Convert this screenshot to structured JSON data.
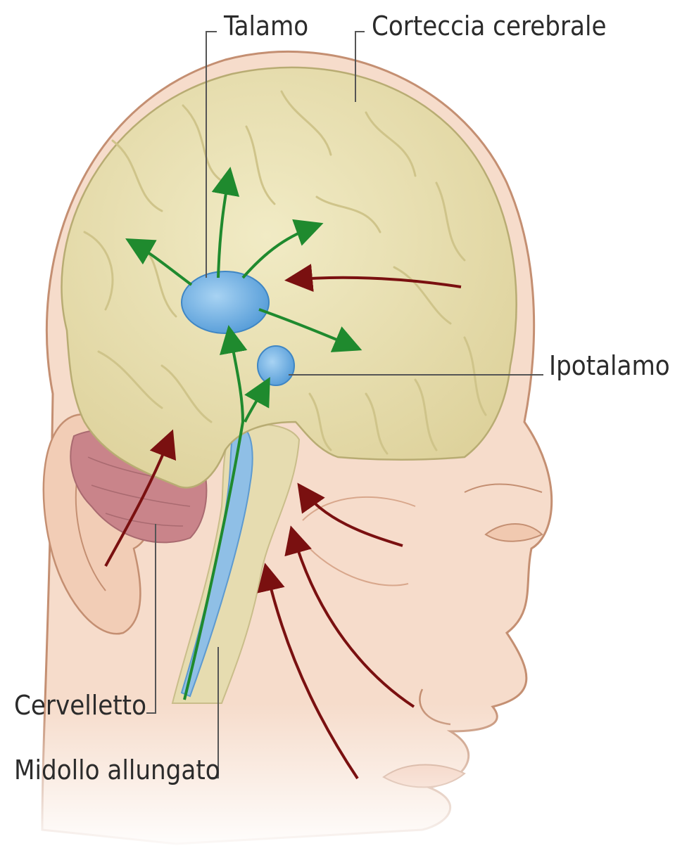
{
  "labels": {
    "talamo": "Talamo",
    "corteccia": "Corteccia cerebrale",
    "ipotalamo": "Ipotalamo",
    "cervelletto": "Cervelletto",
    "midollo": "Midollo allungato"
  },
  "colors": {
    "background": "#ffffff",
    "skin": "#f6dccb",
    "skin_outline": "#c48f72",
    "brain": "#e8dfac",
    "brain_fold": "#cfc48a",
    "cerebellum": "#c9848a",
    "thalamus": "#6fb0e3",
    "brainstem": "#e6dcb0",
    "spinal_tract": "#8fbfe6",
    "green_arrow": "#1f8a2e",
    "red_arrow": "#7a1010",
    "leader_line": "#555555"
  },
  "icons": {
    "green_arrow": "arrow-up-right-icon",
    "red_arrow": "arrow-left-icon"
  }
}
